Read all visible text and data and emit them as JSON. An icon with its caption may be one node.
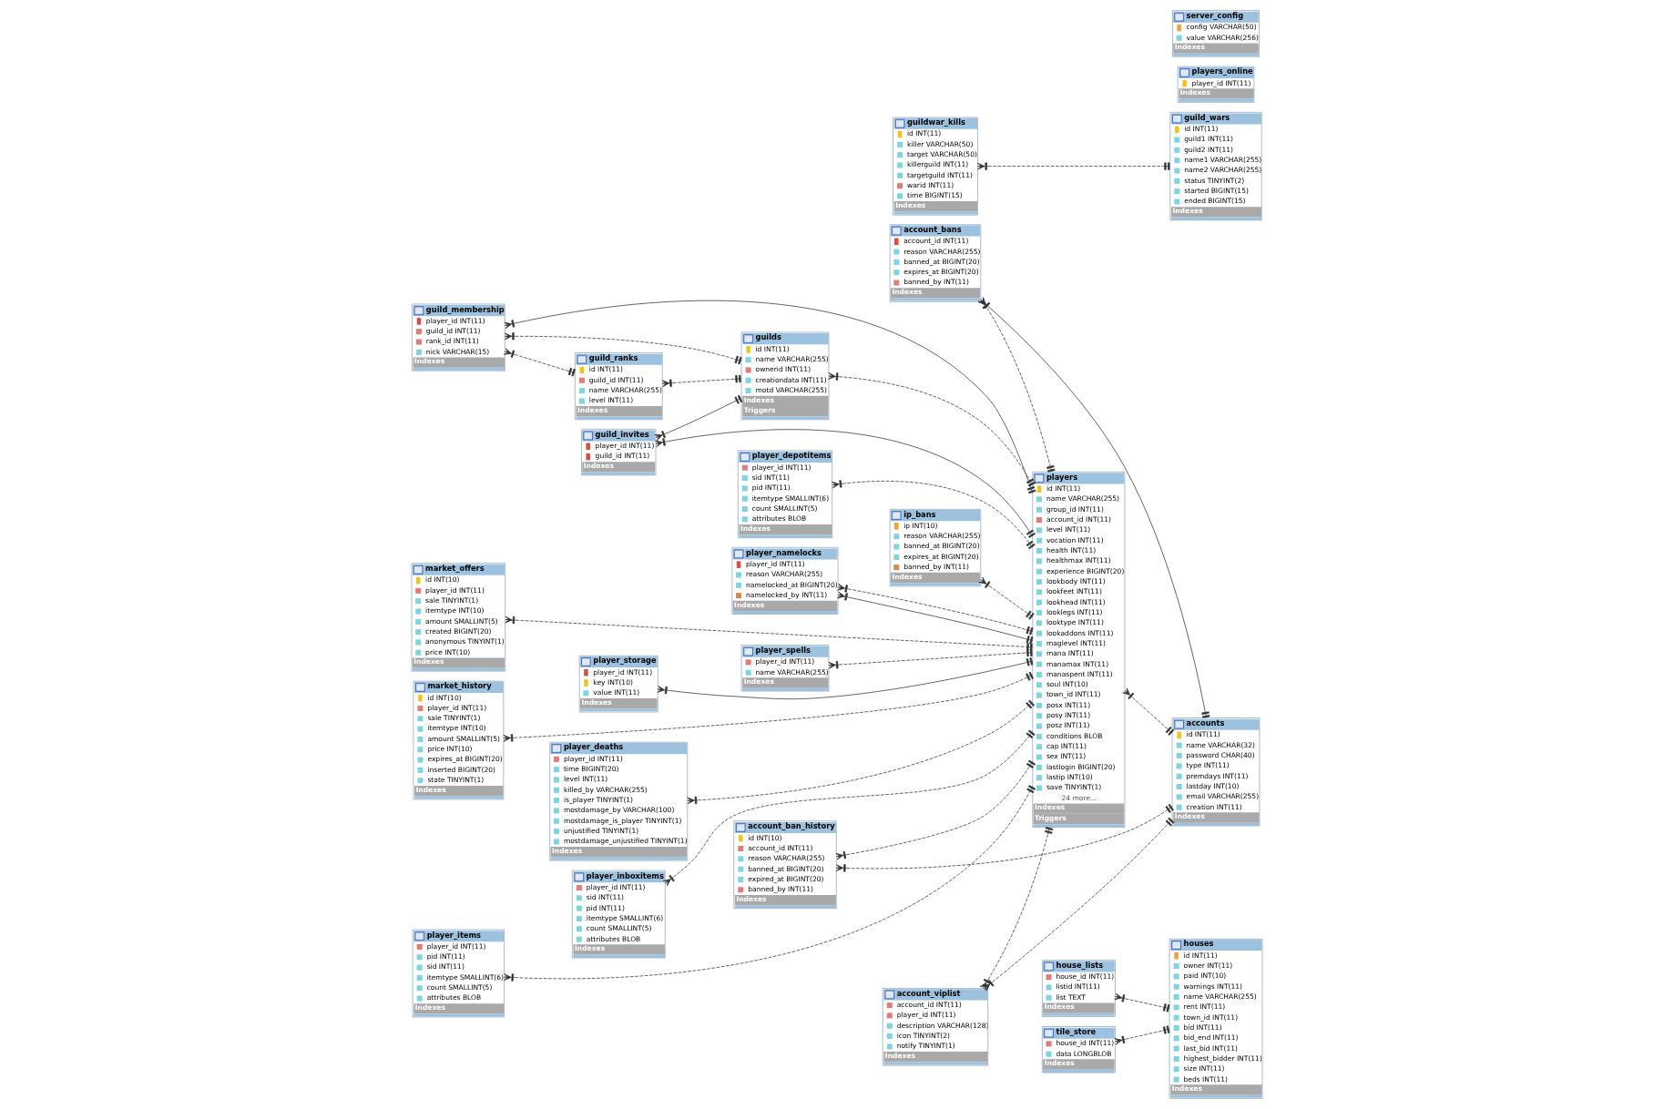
{
  "diagram": {
    "nodes": [
      {
        "text": [
          "house_lists",
          "house_id INT(11)",
          "listid INT(11)",
          "list TEXT",
          "Indexes"
        ]
      },
      {
        "text": [
          "players",
          "id INT(11)",
          "name VARCHAR(255)",
          "group_id INT(11)",
          "account_id INT(11)",
          "level INT(11)",
          "vocation INT(11)",
          "health INT(11)",
          "healthmax INT(11)",
          "experience BIGINT(20)",
          "lookbody INT(11)",
          "lookfeet INT(11)",
          "lookhead INT(11)",
          "looklegs INT(11)",
          "looktype INT(11)",
          "lookaddons INT(11)",
          "maglevel INT(11)",
          "mana INT(11)",
          "manamax INT(11)",
          "manaspent INT(11)",
          "soul INT(10)",
          "town_id INT(11)",
          "posx INT(11)",
          "posy INT(11)",
          "posz INT(11)",
          "conditions BLOB",
          "cap INT(11)",
          "sex INT(11)",
          "lastlogin BIGINT(20)",
          "lastip INT(10)",
          "save TINYINT(1)",
          "24 more...",
          "Indexes",
          "Triggers"
        ]
      },
      {
        "text": [
          "guilds",
          "id INT(11)",
          "name VARCHAR(255)",
          "ownerid INT(11)",
          "creationdata INT(11)",
          "motd VARCHAR(255)",
          "Indexes",
          "Triggers"
        ]
      },
      {
        "text": [
          "houses",
          "id INT(11)",
          "owner INT(11)",
          "paid INT(10)",
          "warnings INT(11)",
          "name VARCHAR(255)",
          "rent INT(11)",
          "town_id INT(11)",
          "bid INT(11)",
          "bid_end INT(11)",
          "last_bid INT(11)",
          "highest_bidder INT(11)",
          "size INT(11)",
          "beds INT(11)",
          "Indexes"
        ]
      },
      {
        "text": [
          "tile_store",
          "house_id INT(11)",
          "data LONGBLOB",
          "Indexes"
        ]
      },
      {
        "text": [
          "guild_wars",
          "id INT(11)",
          "guild1 INT(11)",
          "guild2 INT(11)",
          "name1 VARCHAR(255)",
          "name2 VARCHAR(255)",
          "status TINYINT(2)",
          "started BIGINT(15)",
          "ended BIGINT(15)",
          "Indexes"
        ]
      },
      {
        "text": [
          "players_online",
          "player_id INT(11)",
          "Indexes"
        ]
      },
      {
        "text": [
          "guildwar_kills",
          "id INT(11)",
          "killer VARCHAR(50)",
          "target VARCHAR(50)",
          "killerguild INT(11)",
          "targetguild INT(11)",
          "warid INT(11)",
          "time BIGINT(15)",
          "Indexes"
        ]
      },
      {
        "text": [
          "server_config",
          "config VARCHAR(50)",
          "value VARCHAR(256)",
          "Indexes"
        ]
      },
      {
        "text": [
          "market_offers",
          "id INT(10)",
          "player_id INT(11)",
          "sale TINYINT(1)",
          "itemtype INT(10)",
          "amount SMALLINT(5)",
          "created BIGINT(20)",
          "anonymous TINYINT(1)",
          "price INT(10)",
          "Indexes"
        ]
      },
      {
        "text": [
          "market_history",
          "id INT(10)",
          "player_id INT(11)",
          "sale TINYINT(1)",
          "itemtype INT(10)",
          "amount SMALLINT(5)",
          "price INT(10)",
          "expires_at BIGINT(20)",
          "inserted BIGINT(20)",
          "state TINYINT(1)",
          "Indexes"
        ]
      },
      {
        "text": [
          "player_depotitems",
          "player_id INT(11)",
          "sid INT(11)",
          "pid INT(11)",
          "itemtype SMALLINT(6)",
          "count SMALLINT(5)",
          "attributes BLOB",
          "Indexes"
        ]
      },
      {
        "text": [
          "account_bans",
          "account_id INT(11)",
          "reason VARCHAR(255)",
          "banned_at BIGINT(20)",
          "expires_at BIGINT(20)",
          "banned_by INT(11)",
          "Indexes"
        ]
      },
      {
        "text": [
          "ip_bans",
          "ip INT(10)",
          "reason VARCHAR(255)",
          "banned_at BIGINT(20)",
          "expires_at BIGINT(20)",
          "banned_by INT(11)",
          "Indexes"
        ]
      },
      {
        "text": [
          "player_namelocks",
          "player_id INT(11)",
          "reason VARCHAR(255)",
          "namelocked_at BIGINT(20)",
          "namelocked_by INT(11)",
          "Indexes"
        ]
      },
      {
        "text": [
          "player_storage",
          "player_id INT(11)",
          "key INT(10)",
          "value INT(11)",
          "Indexes"
        ]
      },
      {
        "text": [
          "player_spells",
          "player_id INT(11)",
          "name VARCHAR(255)",
          "Indexes"
        ]
      },
      {
        "text": [
          "guild_invites",
          "player_id INT(11)",
          "guild_id INT(11)",
          "Indexes"
        ]
      },
      {
        "text": [
          "accounts",
          "id INT(11)",
          "name VARCHAR(32)",
          "password CHAR(40)",
          "type INT(11)",
          "premdays INT(11)",
          "lastday INT(10)",
          "email VARCHAR(255)",
          "creation INT(11)",
          "Indexes"
        ]
      },
      {
        "text": [
          "guild_ranks",
          "id INT(11)",
          "guild_id INT(11)",
          "name VARCHAR(255)",
          "level INT(11)",
          "Indexes"
        ]
      },
      {
        "text": [
          "player_items",
          "player_id INT(11)",
          "pid INT(11)",
          "sid INT(11)",
          "itemtype SMALLINT(6)",
          "count SMALLINT(5)",
          "attributes BLOB",
          "Indexes"
        ]
      },
      {
        "text": [
          "player_deaths",
          "player_id INT(11)",
          "time BIGINT(20)",
          "level INT(11)",
          "killed_by VARCHAR(255)",
          "is_player TINYINT(1)",
          "mostdamage_by VARCHAR(100)",
          "mostdamage_is_player TINYINT(1)",
          "unjustified TINYINT(1)",
          "mostdamage_unjustified TINYINT(1)",
          "Indexes"
        ]
      },
      {
        "text": [
          "player_inboxitems",
          "player_id INT(11)",
          "sid INT(11)",
          "pid INT(11)",
          "itemtype SMALLINT(6)",
          "count SMALLINT(5)",
          "attributes BLOB",
          "Indexes"
        ]
      },
      {
        "text": [
          "account_ban_history",
          "id INT(10)",
          "account_id INT(11)",
          "reason VARCHAR(255)",
          "banned_at BIGINT(20)",
          "expired_at BIGINT(20)",
          "banned_by INT(11)",
          "Indexes"
        ]
      },
      {
        "text": [
          "account_viplist",
          "account_id INT(11)",
          "player_id INT(11)",
          "description VARCHAR(128)",
          "icon TINYINT(2)",
          "notify TINYINT(1)",
          "Indexes"
        ]
      },
      {
        "text": [
          "guild_membership",
          "player_id INT(11)",
          "guild_id INT(11)",
          "rank_id INT(11)",
          "nick VARCHAR(15)",
          "Indexes"
        ]
      }
    ],
    "edges": [
      {
        "from": 0,
        "to": 3,
        "arrow": "other",
        "style": "dashed"
      },
      {
        "from": 1,
        "to": 18,
        "arrow": "other",
        "style": "dashed"
      },
      {
        "from": 2,
        "to": 1,
        "arrow": "other",
        "style": "dashed"
      },
      {
        "from": 4,
        "to": 3,
        "arrow": "other",
        "style": "dashed"
      },
      {
        "from": 7,
        "to": 5,
        "arrow": "other",
        "style": "dashed"
      },
      {
        "from": 9,
        "to": 1,
        "arrow": "other",
        "style": "dashed"
      },
      {
        "from": 10,
        "to": 1,
        "arrow": "other",
        "style": "dashed"
      },
      {
        "from": 11,
        "to": 1,
        "arrow": "other",
        "style": "dashed"
      },
      {
        "from": 12,
        "to": 18,
        "arrow": "other"
      },
      {
        "from": 12,
        "to": 1,
        "arrow": "other",
        "style": "dashed"
      },
      {
        "from": 13,
        "to": 1,
        "arrow": "other",
        "style": "dashed"
      },
      {
        "from": 14,
        "to": 1,
        "arrow": "other"
      },
      {
        "from": 14,
        "to": 1,
        "arrow": "other",
        "style": "dashed"
      },
      {
        "from": 15,
        "to": 1,
        "arrow": "other"
      },
      {
        "from": 16,
        "to": 1,
        "arrow": "other",
        "style": "dashed"
      },
      {
        "from": 17,
        "to": 1,
        "arrow": "other"
      },
      {
        "from": 17,
        "to": 2,
        "arrow": "other"
      },
      {
        "from": 19,
        "to": 2,
        "arrow": "other",
        "style": "dashed"
      },
      {
        "from": 20,
        "to": 1,
        "arrow": "other",
        "style": "dashed"
      },
      {
        "from": 21,
        "to": 1,
        "arrow": "other",
        "style": "dashed"
      },
      {
        "from": 22,
        "to": 1,
        "arrow": "other",
        "style": "dashed"
      },
      {
        "from": 23,
        "to": 18,
        "arrow": "other",
        "style": "dashed"
      },
      {
        "from": 23,
        "to": 1,
        "arrow": "other",
        "style": "dashed"
      },
      {
        "from": 24,
        "to": 18,
        "arrow": "other",
        "style": "dashed"
      },
      {
        "from": 24,
        "to": 1,
        "arrow": "other",
        "style": "dashed"
      },
      {
        "from": 25,
        "to": 1,
        "arrow": "other"
      },
      {
        "from": 25,
        "to": 2,
        "arrow": "other",
        "style": "dashed"
      },
      {
        "from": 25,
        "to": 19,
        "arrow": "other",
        "style": "dashed"
      }
    ]
  }
}
